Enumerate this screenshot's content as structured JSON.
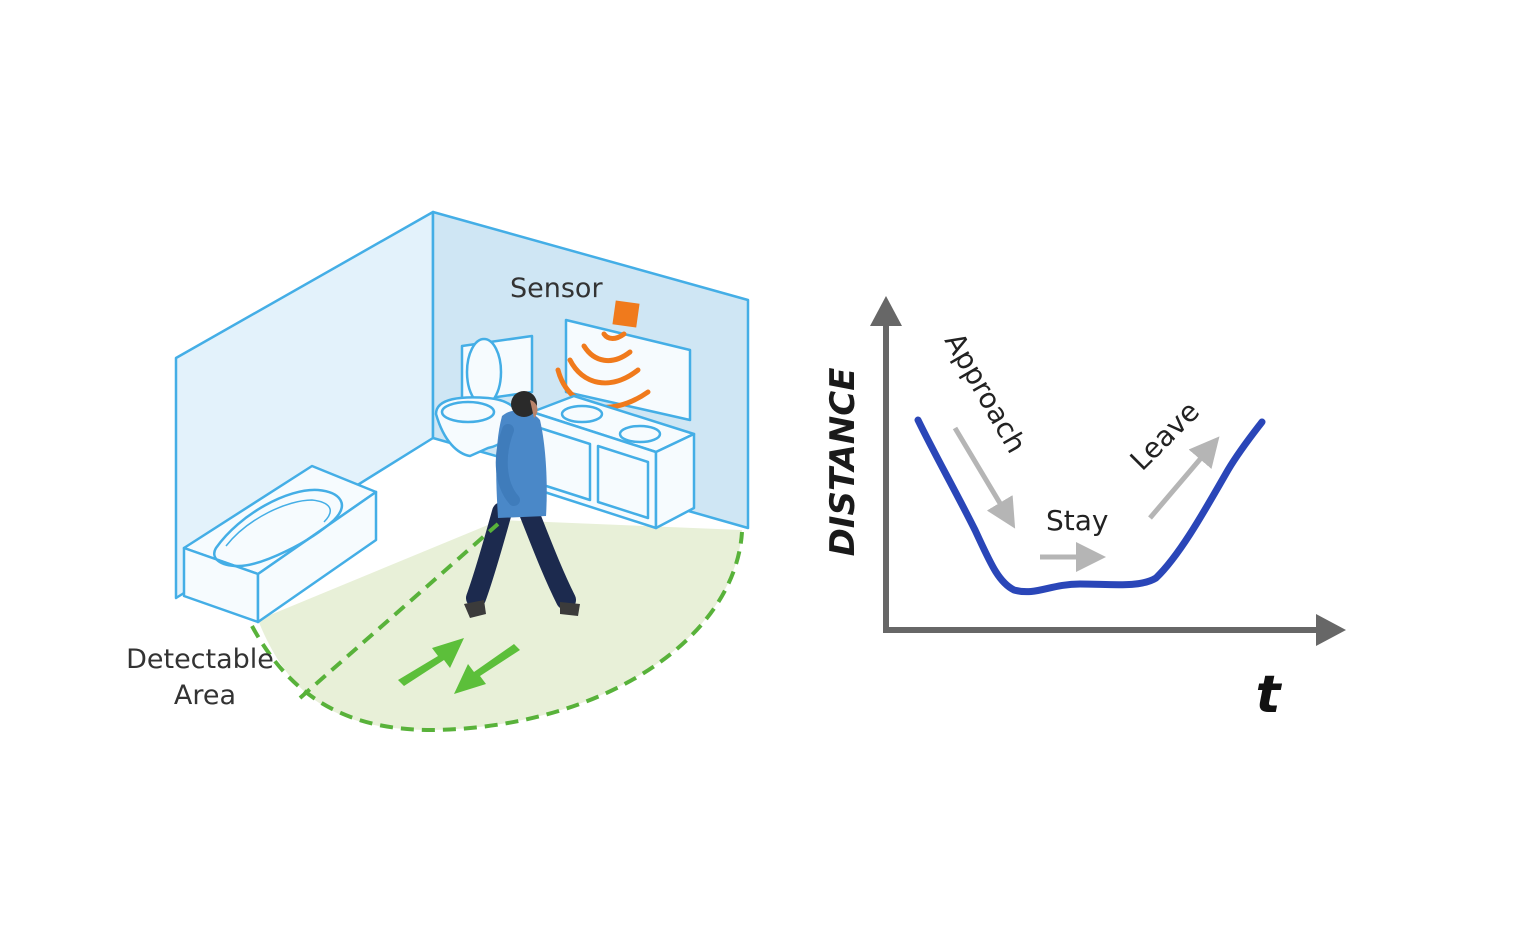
{
  "labels": {
    "sensor": "Sensor",
    "detectable_line1": "Detectable",
    "detectable_line2": "Area",
    "approach": "Approach",
    "stay": "Stay",
    "leave": "Leave",
    "y_axis": "DISTANCE",
    "x_axis": "t"
  },
  "colors": {
    "room_outline": "#44aee6",
    "wall_fill": "#e3f2fb",
    "back_wall_fill": "#cfe6f4",
    "floor_fill": "#e8f0d8",
    "detect_dash": "#58b23a",
    "motion_arrow": "#5cbf3a",
    "sensor": "#f07a1c",
    "distance_curve": "#2a46b8",
    "axis": "#676767",
    "phase_arrow": "#b5b5b5"
  },
  "icons": [
    "sensor-icon",
    "signal-waves-icon",
    "walking-person-icon",
    "bidirectional-arrow-icon"
  ]
}
